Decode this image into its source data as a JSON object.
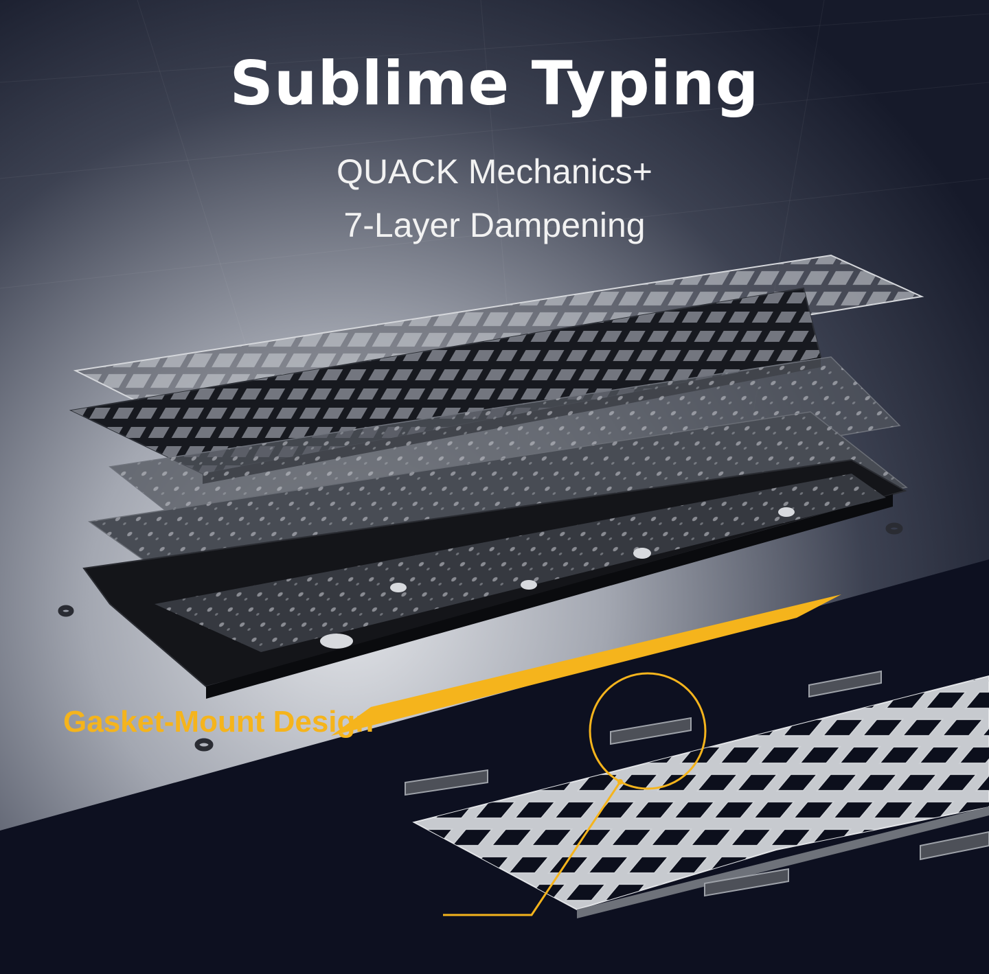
{
  "header": {
    "title": "Sublime Typing",
    "subtitle_line1": "QUACK Mechanics+",
    "subtitle_line2": "7-Layer Dampening"
  },
  "callout": {
    "label": "Gasket-Mount Design"
  },
  "colors": {
    "accent": "#f5b41c",
    "background_dark": "#0d1020",
    "text": "#ffffff"
  }
}
